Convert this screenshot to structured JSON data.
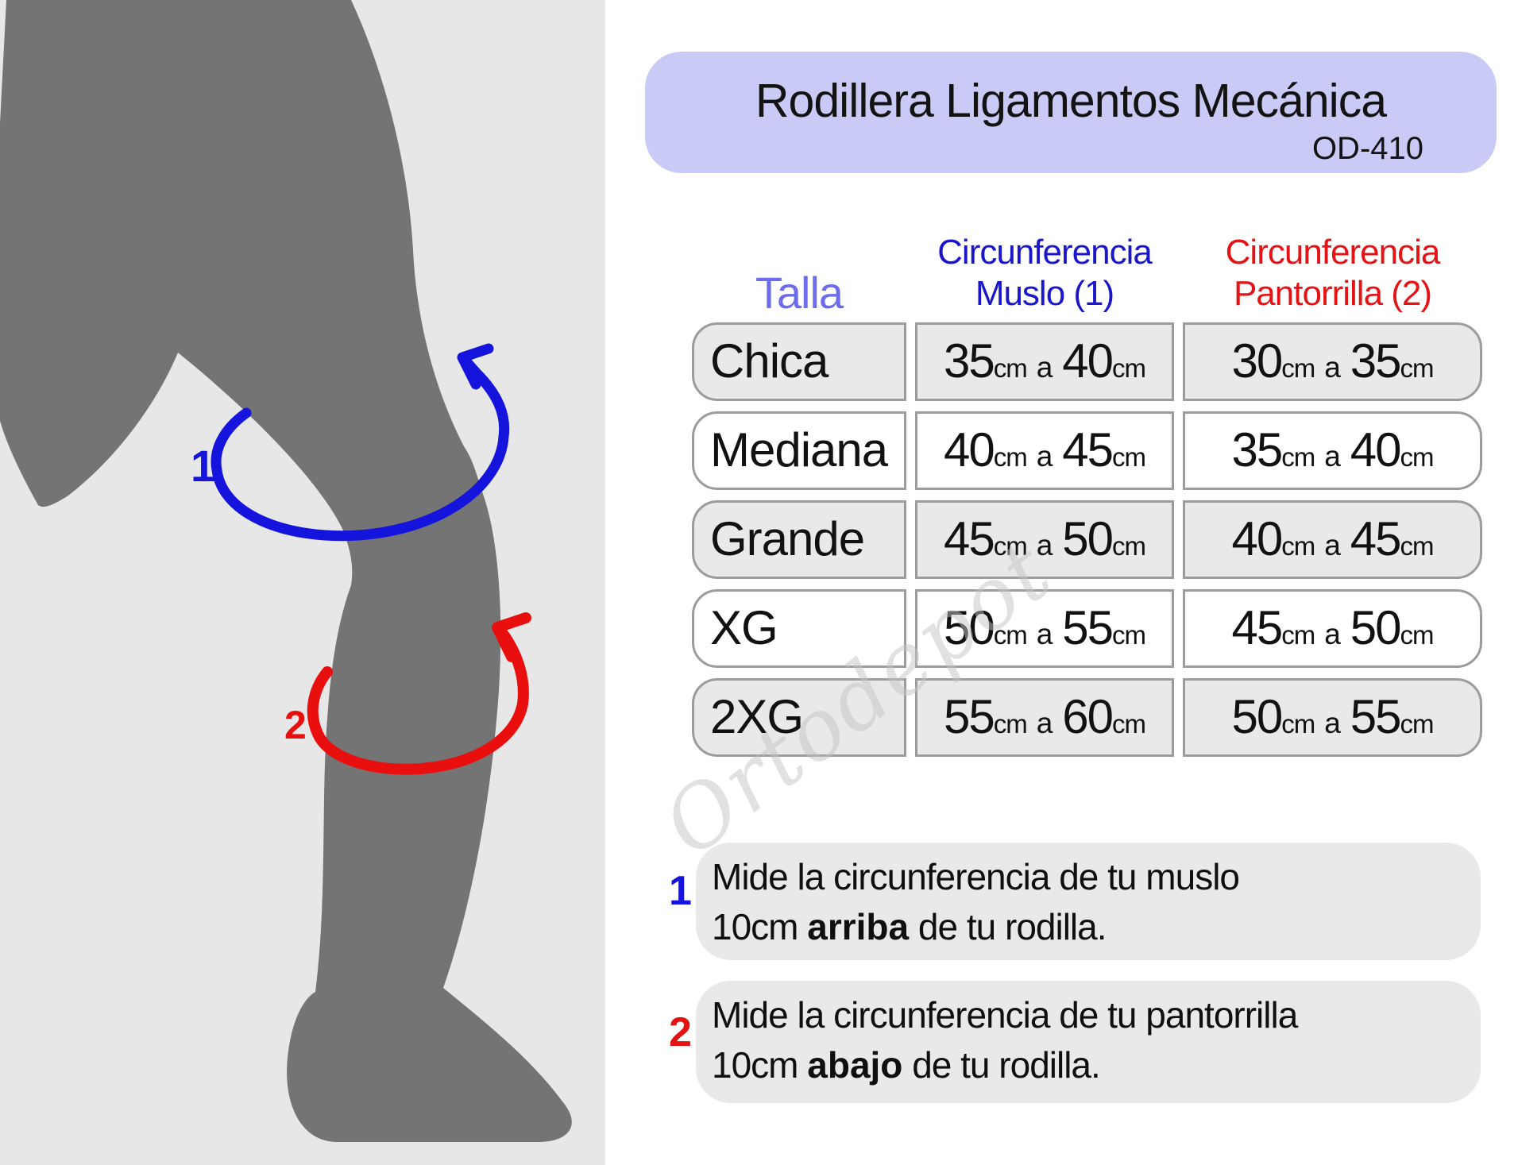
{
  "header": {
    "title": "Rodillera Ligamentos Mecánica",
    "model": "OD-410"
  },
  "table": {
    "headers": {
      "talla": "Talla",
      "muslo_line1": "Circunferencia",
      "muslo_line2": "Muslo (1)",
      "pantorrilla_line1": "Circunferencia",
      "pantorrilla_line2": "Pantorrilla (2)"
    },
    "unit": "cm",
    "range_sep": "a",
    "rows": [
      {
        "talla": "Chica",
        "muslo": {
          "from": "35",
          "to": "40"
        },
        "pantorrilla": {
          "from": "30",
          "to": "35"
        }
      },
      {
        "talla": "Mediana",
        "muslo": {
          "from": "40",
          "to": "45"
        },
        "pantorrilla": {
          "from": "35",
          "to": "40"
        }
      },
      {
        "talla": "Grande",
        "muslo": {
          "from": "45",
          "to": "50"
        },
        "pantorrilla": {
          "from": "40",
          "to": "45"
        }
      },
      {
        "talla": "XG",
        "muslo": {
          "from": "50",
          "to": "55"
        },
        "pantorrilla": {
          "from": "45",
          "to": "50"
        }
      },
      {
        "talla": "2XG",
        "muslo": {
          "from": "55",
          "to": "60"
        },
        "pantorrilla": {
          "from": "50",
          "to": "55"
        }
      }
    ]
  },
  "diagram": {
    "thigh_marker": "1",
    "calf_marker": "2"
  },
  "notes": [
    {
      "marker": "1",
      "pre": "Mide la circunferencia de tu muslo\n10cm ",
      "bold": "arriba",
      "post": " de tu rodilla."
    },
    {
      "marker": "2",
      "pre": "Mide la circunferencia de tu pantorrilla\n10cm ",
      "bold": "abajo",
      "post": " de tu rodilla."
    }
  ],
  "watermark": "Ortodepot",
  "colors": {
    "banner_bg": "#cacaf6",
    "talla_header": "#6d6dec",
    "muslo_header": "#1a16c9",
    "pantorrilla_header": "#e41315",
    "arrow_blue": "#1414dd",
    "arrow_red": "#e90f0f",
    "row_gray": "#e9e9e9",
    "cell_border": "#9c9c9c",
    "panel_gray": "#e7e7e7",
    "silhouette_gray": "#747474"
  }
}
